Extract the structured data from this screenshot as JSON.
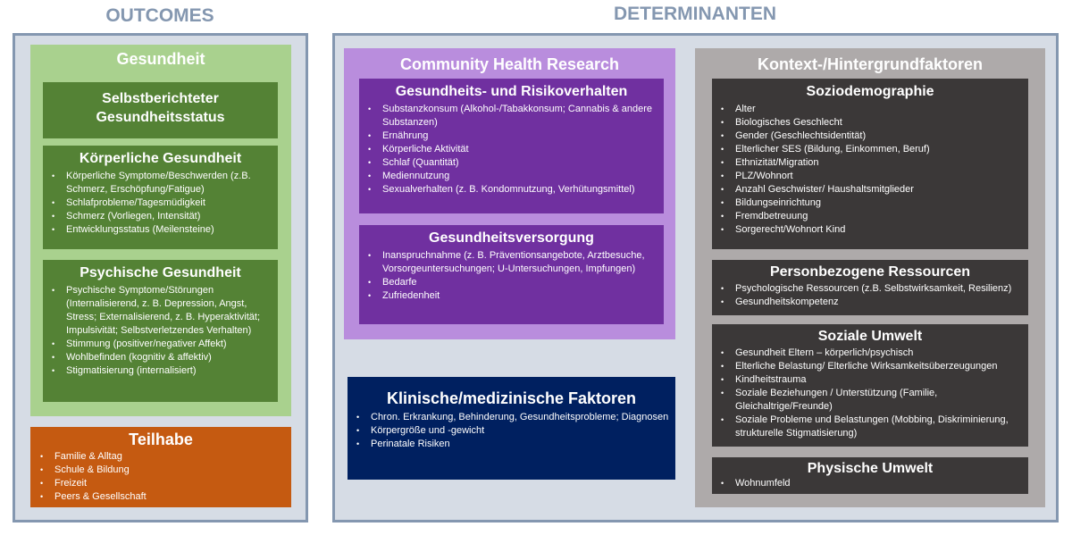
{
  "outcomes": {
    "title": "OUTCOMES",
    "gesundheit": {
      "title": "Gesundheit",
      "selbst": {
        "title": "Selbstberichteter Gesundheitsstatus"
      },
      "koerper": {
        "title": "Körperliche Gesundheit",
        "items": [
          "Körperliche Symptome/Beschwerden (z.B. Schmerz, Erschöpfung/Fatigue)",
          "Schlafprobleme/Tagesmüdigkeit",
          "Schmerz (Vorliegen, Intensität)",
          "Entwicklungsstatus (Meilensteine)"
        ]
      },
      "psych": {
        "title": "Psychische Gesundheit",
        "items": [
          "Psychische Symptome/Störungen (Internalisierend, z. B. Depression, Angst, Stress; Externalisierend, z. B. Hyperaktivität; Impulsivität; Selbstverletzendes Verhalten)",
          "Stimmung (positiver/negativer Affekt)",
          "Wohlbefinden (kognitiv & affektiv)",
          "Stigmatisierung (internalisiert)"
        ]
      }
    },
    "teilhabe": {
      "title": "Teilhabe",
      "items": [
        "Familie & Alltag",
        "Schule & Bildung",
        "Freizeit",
        "Peers & Gesellschaft"
      ]
    }
  },
  "determinanten": {
    "title": "DETERMINANTEN",
    "chr": {
      "title": "Community Health Research",
      "verhalten": {
        "title": "Gesundheits- und Risikoverhalten",
        "items": [
          "Substanzkonsum (Alkohol-/Tabakkonsum; Cannabis & andere Substanzen)",
          "Ernährung",
          "Körperliche Aktivität",
          "Schlaf (Quantität)",
          "Mediennutzung",
          "Sexualverhalten (z. B. Kondomnutzung, Verhütungsmittel)"
        ]
      },
      "versorgung": {
        "title": "Gesundheitsversorgung",
        "items": [
          "Inanspruchnahme (z. B. Präventionsangebote, Arztbesuche, Vorsorgeuntersuchungen; U-Untersuchungen, Impfungen)",
          "Bedarfe",
          "Zufriedenheit"
        ]
      }
    },
    "klinisch": {
      "title": "Klinische/medizinische Faktoren",
      "items": [
        "Chron. Erkrankung, Behinderung, Gesundheitsprobleme; Diagnosen",
        "Körpergröße und -gewicht",
        "Perinatale Risiken"
      ]
    },
    "kontext": {
      "title": "Kontext-/Hintergrundfaktoren",
      "sozio": {
        "title": "Soziodemographie",
        "items": [
          "Alter",
          "Biologisches Geschlecht",
          "Gender (Geschlechtsidentität)",
          "Elterlicher SES (Bildung, Einkommen, Beruf)",
          "Ethnizität/Migration",
          "PLZ/Wohnort",
          "Anzahl Geschwister/ Haushaltsmitglieder",
          "Bildungseinrichtung",
          "Fremdbetreuung",
          "Sorgerecht/Wohnort Kind"
        ]
      },
      "ressourcen": {
        "title": "Personbezogene Ressourcen",
        "items": [
          "Psychologische Ressourcen (z.B. Selbstwirksamkeit, Resilienz)",
          "Gesundheitskompetenz"
        ]
      },
      "sozial": {
        "title": "Soziale Umwelt",
        "items": [
          "Gesundheit Eltern – körperlich/psychisch",
          "Elterliche Belastung/ Elterliche Wirksamkeitsüberzeugungen",
          "Kindheitstrauma",
          "Soziale Beziehungen / Unterstützung (Familie, Gleichaltrige/Freunde)",
          "Soziale Probleme und Belastungen (Mobbing, Diskriminierung, strukturelle Stigmatisierung)"
        ]
      },
      "physisch": {
        "title": "Physische Umwelt",
        "items": [
          "Wohnumfeld"
        ]
      }
    }
  },
  "colors": {
    "frame": "#8497b0",
    "light_green": "#a9d18e",
    "dark_green": "#548235",
    "orange": "#c55a11",
    "light_purple": "#b98ddd",
    "dark_purple": "#7030a0",
    "navy": "#002060",
    "gray": "#aeaaaa",
    "dark_gray": "#3b3838"
  }
}
